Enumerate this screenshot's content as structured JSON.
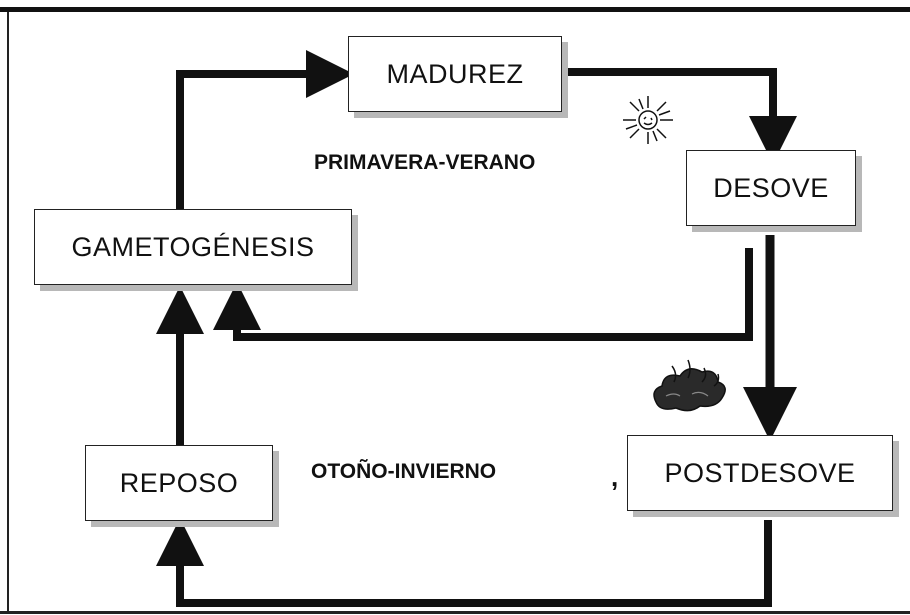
{
  "stages": {
    "madurez": "MADUREZ",
    "desove": "DESOVE",
    "gametogenesis": "GAMETOGÉNESIS",
    "reposo": "REPOSO",
    "postdesove": "POSTDESOVE"
  },
  "seasons": {
    "spring_summer": "PRIMAVERA-VERANO",
    "autumn_winter": "OTOÑO-INVIERNO",
    "stray_mark": ","
  },
  "icons": {
    "sun": "sun-icon",
    "storm_cloud": "storm-cloud-icon"
  },
  "colors": {
    "line": "#111111",
    "shadow": "#b8b8b8"
  }
}
